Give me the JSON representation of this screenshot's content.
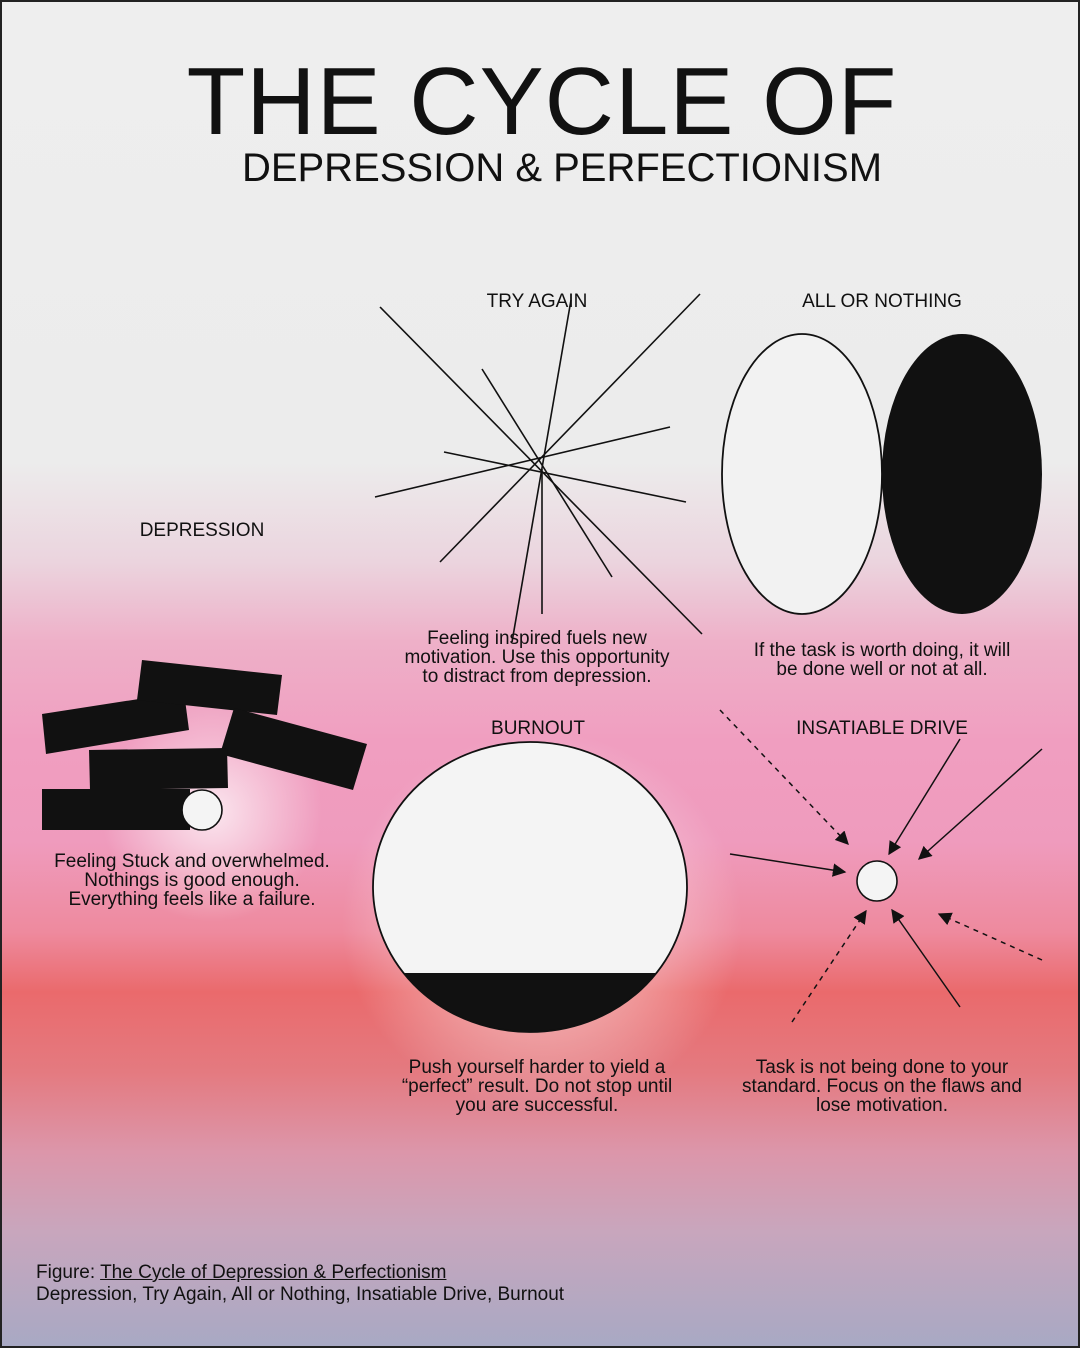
{
  "header": {
    "title": "THE CYCLE OF",
    "subtitle": "DEPRESSION & PERFECTIONISM"
  },
  "stages": {
    "depression": {
      "label": "DEPRESSION",
      "description": "Feeling Stuck and overwhelmed.\nNothings is good enough.\nEverything feels like a failure."
    },
    "try_again": {
      "label": "TRY AGAIN",
      "description": "Feeling inspired fuels new\nmotivation. Use this opportunity\nto distract from depression."
    },
    "all_or_nothing": {
      "label": "ALL OR NOTHING",
      "description": "If the task is worth doing, it will\nbe done well or not at all."
    },
    "burnout": {
      "label": "BURNOUT",
      "description": "Push yourself harder to yield a\n“perfect” result. Do not stop until\nyou are successful."
    },
    "insatiable_drive": {
      "label": "INSATIABLE DRIVE",
      "description": "Task is not being done to your\nstandard. Focus on the flaws and\nlose motivation."
    }
  },
  "figure": {
    "prefix": "Figure: ",
    "title": "The Cycle of Depression & Perfectionism",
    "items": "Depression, Try Again, All or Nothing, Insatiable Drive, Burnout"
  },
  "colors": {
    "ink": "#111111",
    "background_top": "#eeeeee",
    "pink": "#f09ec0",
    "coral": "#ea6a6c",
    "lavender_bottom": "#a7a9c4"
  }
}
